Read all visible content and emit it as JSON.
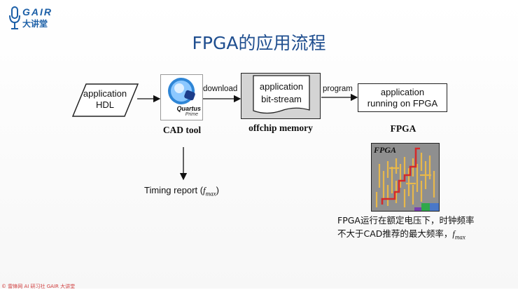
{
  "brand": {
    "top": "GAIR",
    "bottom": "大讲堂"
  },
  "title": "FPGA的应用流程",
  "diagram": {
    "hdl_line1": "application",
    "hdl_line2": "HDL",
    "quartus_name": "Quartus",
    "quartus_sub": "Prime",
    "cad_caption": "CAD tool",
    "download_label": "download",
    "mem_line1": "application",
    "mem_line2": "bit-stream",
    "mem_caption": "offchip memory",
    "program_label": "program",
    "run_line1": "application",
    "run_line2": "running on FPGA",
    "fpga_caption": "FPGA",
    "timing_prefix": "Timing report (",
    "timing_var": "f",
    "timing_sub": "max",
    "timing_suffix": ")",
    "fpga_image_label": "FPGA"
  },
  "note": {
    "line1": "FPGA运行在额定电压下，时钟频率",
    "line2_prefix": "不大于CAD推荐的最大频率，",
    "line2_var": "f",
    "line2_sub": "max"
  },
  "footer": "© 雷锋网 AI 研习社 GAIR 大讲堂",
  "colors": {
    "title": "#1f4e8f",
    "brand": "#1b5fa7",
    "chip_bg": "#8f8f8f",
    "route": "#d42a2a",
    "cells": "#e8b84a"
  }
}
